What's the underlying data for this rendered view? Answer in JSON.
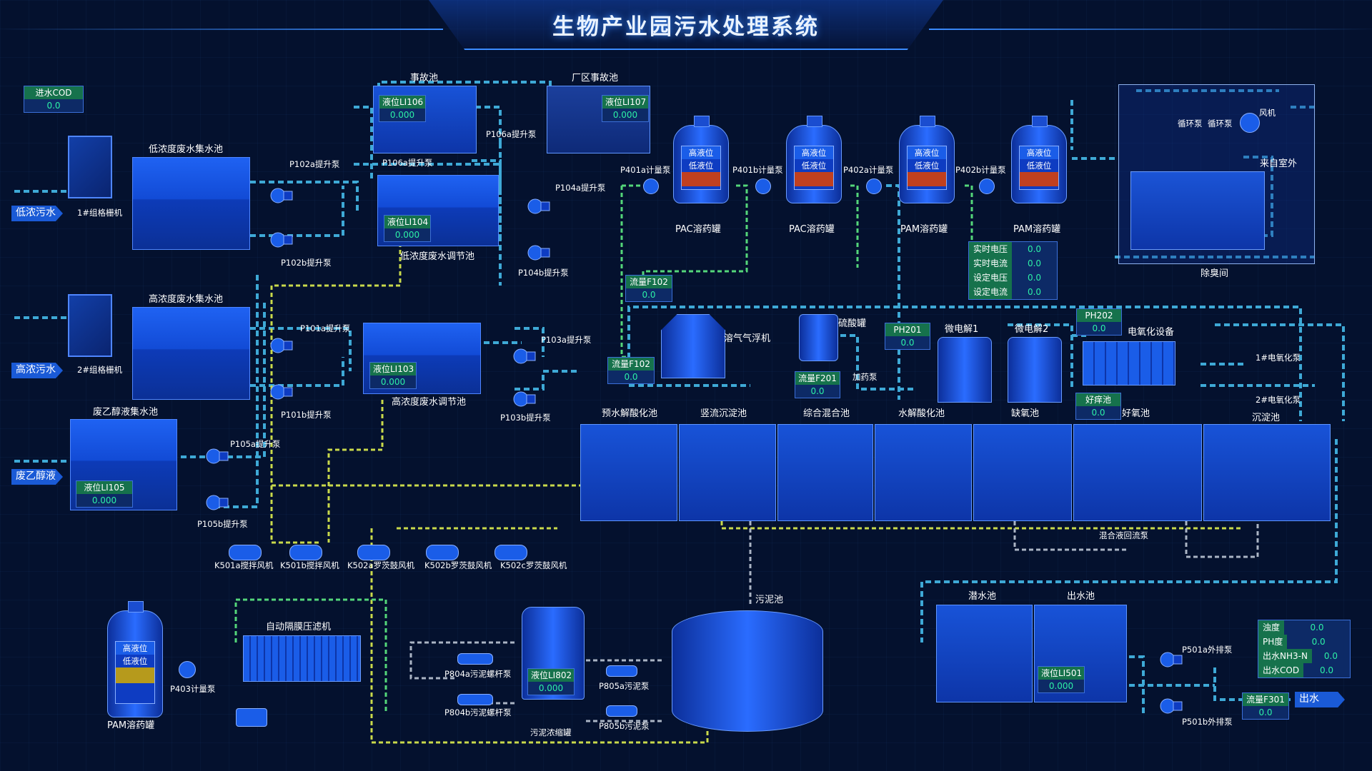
{
  "title": "生物产业园污水处理系统",
  "colors": {
    "accent": "#1a5de8",
    "value": "#2df0a6",
    "pipe_blue": "#3ea9d6",
    "pipe_yellow": "#c9d94b",
    "pipe_green": "#54d67a",
    "pipe_gray": "#aab4c4"
  },
  "inlets": {
    "low": "低浓污水",
    "high": "高浓污水",
    "waste": "废乙醇液",
    "out": "出水"
  },
  "influent_cod": {
    "label": "进水COD",
    "value": "0.0"
  },
  "screens": {
    "s1": "1#组格栅机",
    "s2": "2#组格栅机"
  },
  "tanks": {
    "low_collect": "低浓度废水集水池",
    "high_collect": "高浓度废水集水池",
    "ethanol_collect": "废乙醇液集水池",
    "accident": "事故池",
    "plant_accident": "厂区事故池",
    "low_adjust": "低浓度废水调节池",
    "high_adjust": "高浓度废水调节池",
    "pac1": "PAC溶药罐",
    "pac2": "PAC溶药罐",
    "pam1": "PAM溶药罐",
    "pam2": "PAM溶药罐",
    "pam3": "PAM溶药罐",
    "deodor": "除臭间",
    "air_float": "溶气气浮机",
    "acid": "硫酸罐",
    "acid_pump": "加药泵",
    "micro1": "微电解1",
    "micro2": "微电解2",
    "ox": "电氧化设备",
    "pre_hydro": "预水解酸化池",
    "vertical": "竖流沉淀池",
    "mix": "综合混合池",
    "hydro": "水解酸化池",
    "anoxic": "缺氧池",
    "aerobic": "好氧池",
    "settle": "沉淀池",
    "reflux": "混合液回流泵",
    "sludge": "污泥池",
    "thicken": "污泥浓缩罐",
    "submerged": "潜水池",
    "outlet_pool": "出水池",
    "filter_press": "自动隔膜压滤机"
  },
  "levels": {
    "li106": {
      "label": "液位LI106",
      "value": "0.000"
    },
    "li107": {
      "label": "液位LI107",
      "value": "0.000"
    },
    "li104": {
      "label": "液位LI104",
      "value": "0.000"
    },
    "li103": {
      "label": "液位LI103",
      "value": "0.000"
    },
    "li105": {
      "label": "液位LI105",
      "value": "0.000"
    },
    "li802": {
      "label": "液位LI802",
      "value": "0.000"
    },
    "li501": {
      "label": "液位LI501",
      "value": "0.000"
    }
  },
  "flows": {
    "f102a": {
      "label": "流量F102",
      "value": "0.0"
    },
    "f102b": {
      "label": "流量F102",
      "value": "0.0"
    },
    "f201": {
      "label": "流量F201",
      "value": "0.0"
    },
    "f301": {
      "label": "流量F301",
      "value": "0.0"
    }
  },
  "ph": {
    "ph201": {
      "label": "PH201",
      "value": "0.0"
    },
    "ph202": {
      "label": "PH202",
      "value": "0.0"
    },
    "good": {
      "label": "好痒池",
      "value": "0.0"
    }
  },
  "power": [
    {
      "k": "实时电压",
      "v": "0.0"
    },
    {
      "k": "实时电流",
      "v": "0.0"
    },
    {
      "k": "设定电压",
      "v": "0.0"
    },
    {
      "k": "设定电流",
      "v": "0.0"
    }
  ],
  "effluent": [
    {
      "k": "浊度",
      "v": "0.0"
    },
    {
      "k": "PH度",
      "v": "0.0"
    },
    {
      "k": "出水NH3-N",
      "v": "0.0"
    },
    {
      "k": "出水COD",
      "v": "0.0"
    }
  ],
  "tank_levels": {
    "high": "高液位",
    "low": "低液位"
  },
  "pumps": {
    "p102a": "P102a提升泵",
    "p102b": "P102b提升泵",
    "p101a": "P101a提升泵",
    "p101b": "P101b提升泵",
    "p105a": "P105a提升泵",
    "p105b": "P105b提升泵",
    "p106a": "P106a提升泵",
    "p106a2": "P106a提升泵",
    "p104a": "P104a提升泵",
    "p104b": "P104b提升泵",
    "p103a": "P103a提升泵",
    "p103b": "P103b提升泵",
    "p401a": "P401a计量泵",
    "p401b": "P401b计量泵",
    "p402a": "P402a计量泵",
    "p402b": "P402b计量泵",
    "p403": "P403计量泵",
    "p804a": "P804a污泥螺杆泵",
    "p804b": "P804b污泥螺杆泵",
    "p805a": "P805a污泥泵",
    "p805b": "P805b污泥泵",
    "p501a": "P501a外排泵",
    "p501b": "P501b外排泵",
    "cycle1": "循环泵",
    "cycle2": "循环泵",
    "fan": "风机",
    "outside": "来自室外",
    "ox1": "1#电氧化泵",
    "ox2": "2#电氧化泵"
  },
  "blowers": [
    "K501a搅拌风机",
    "K501b搅拌风机",
    "K502a罗茨鼓风机",
    "K502b罗茨鼓风机",
    "K502c罗茨鼓风机"
  ]
}
